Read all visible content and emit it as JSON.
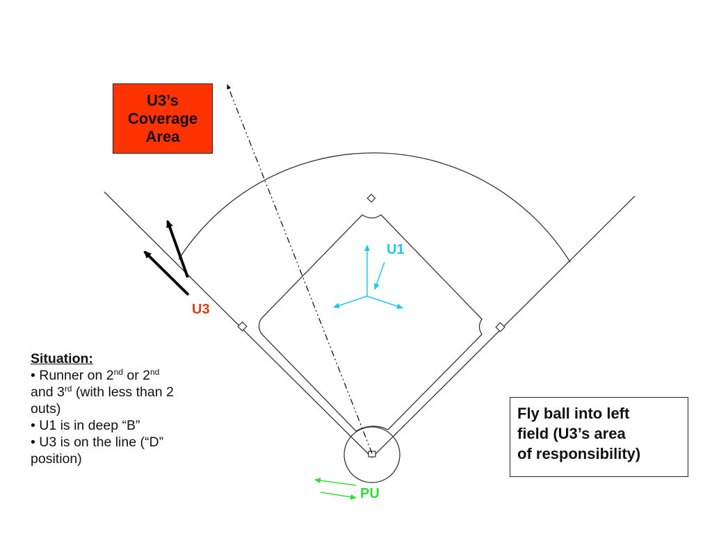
{
  "coverage_box": {
    "lines": [
      "U3’s",
      "Coverage",
      "Area"
    ]
  },
  "labels": {
    "u1": "U1",
    "u3": "U3",
    "pu": "PU"
  },
  "situation": {
    "title": "Situation:",
    "b1_pre": "• Runner on 2",
    "b1_sup1": "nd",
    "b1_mid": " or 2",
    "b1_sup2": "nd",
    "b1_line2a": "and 3",
    "b1_sup3": "rd",
    "b1_line2b": " (with less than 2",
    "b1_line3": "outs)",
    "b2": "• U1 is in deep “B”",
    "b3_line1": "• U3 is on the line (“D”",
    "b3_line2": "position)"
  },
  "fly_box": {
    "lines": [
      "Fly ball into left",
      "field (U3’s area",
      "of responsibility)"
    ]
  },
  "colors": {
    "coverage": "#ff3300",
    "u1": "#1ec8e6",
    "u3": "#e03a10",
    "pu": "#33dd33",
    "black": "#000000"
  }
}
